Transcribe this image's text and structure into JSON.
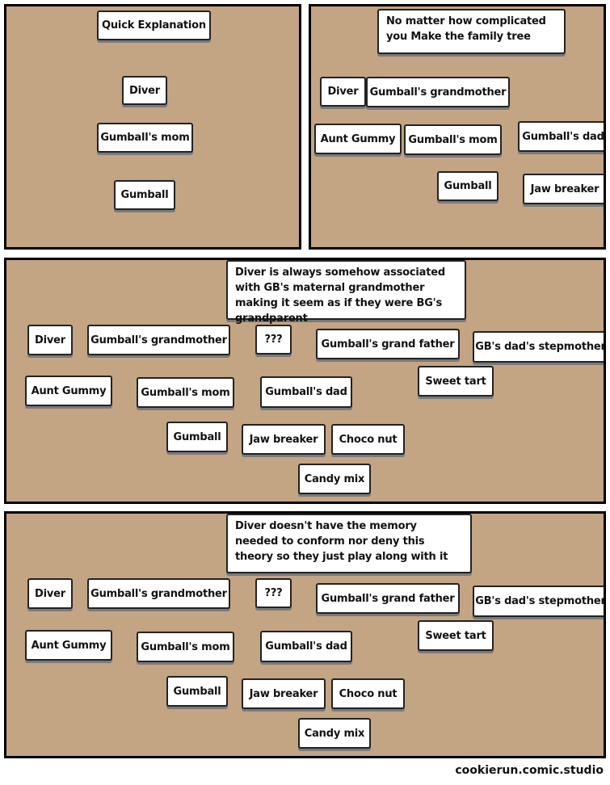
{
  "panels": [
    {
      "boxes": [
        "Quick Explanation",
        "Diver",
        "Gumball's mom",
        "Gumball"
      ]
    },
    {
      "boxes": [
        "No matter how complicated you Make the family tree",
        "Diver",
        "Gumball's grandmother",
        "Aunt Gummy",
        "Gumball's mom",
        "Gumball's dad",
        "Gumball",
        "Jaw breaker"
      ]
    },
    {
      "boxes": [
        "Diver is always somehow associated with GB's maternal grandmother making it seem as if they were BG's grandparent",
        "Diver",
        "Gumball's grandmother",
        "???",
        "Gumball's grand father",
        "GB's dad's stepmother",
        "Sweet tart",
        "Aunt Gummy",
        "Gumball's mom",
        "Gumball's dad",
        "Gumball",
        "Jaw breaker",
        "Choco nut",
        "Candy mix"
      ]
    },
    {
      "boxes": [
        "Diver doesn't have the memory needed to conform nor deny this theory so they just play along with it",
        "Diver",
        "Gumball's grandmother",
        "???",
        "Gumball's grand father",
        "GB's dad's stepmother",
        "Sweet tart",
        "Aunt Gummy",
        "Gumball's mom",
        "Gumball's dad",
        "Gumball",
        "Jaw breaker",
        "Choco nut",
        "Candy mix"
      ]
    }
  ],
  "credit": "cookierun.comic.studio",
  "colors": {
    "panel_background": "#c3a483",
    "border": "#000000",
    "box_background": "#ffffff"
  }
}
